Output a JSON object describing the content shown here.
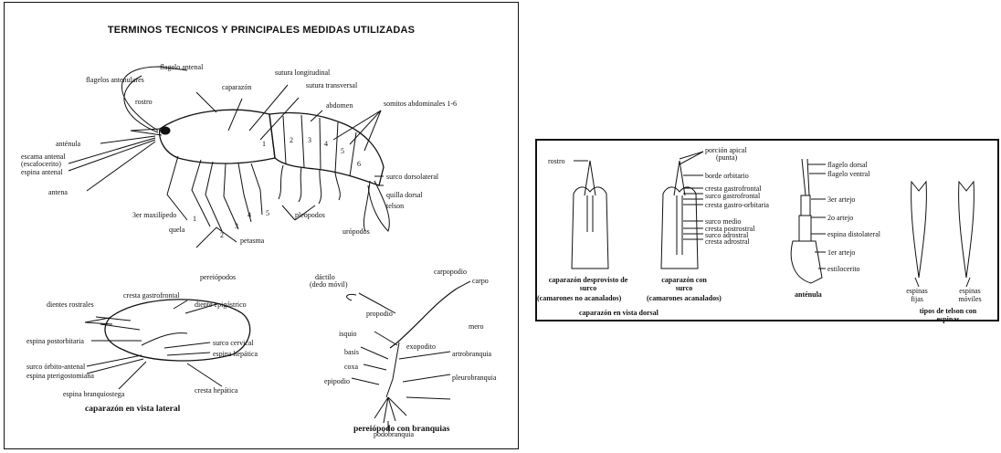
{
  "left": {
    "title": "TERMINOS TECNICOS Y PRINCIPALES MEDIDAS UTILIZADAS",
    "shrimp": {
      "flagelo_antenal": "flagelo antenal",
      "flagelos_antenulares": "flagelos antenulares",
      "rostro": "rostro",
      "caparazon": "caparazón",
      "sutura_longitudinal": "sutura longitudinal",
      "sutura_transversal": "sutura transversal",
      "abdomen": "abdomen",
      "somitos": "somitos abdominales 1-6",
      "antenula": "anténula",
      "escama": "escama antenal",
      "escafocerito": "(escafocerito)",
      "espina_antenal": "espina antenal",
      "antena": "antena",
      "surco_dorsolateral": "surco dorsolateral",
      "quilla_dorsal": "quilla dorsal",
      "telson": "telson",
      "maxilipedo": "3er maxilípedo",
      "quela": "quela",
      "pleopodos": "pleópodos",
      "uropodos": "urópodos",
      "petasma": "petasma",
      "pereiopodos": "pereiópodos",
      "leg_nums": [
        "1",
        "2",
        "3",
        "4",
        "5"
      ],
      "seg_nums": [
        "1",
        "2",
        "3",
        "4",
        "5",
        "6"
      ]
    },
    "carapace_lateral": {
      "cresta_gastrofrontal": "cresta gastrofrontal",
      "dientes_rostrales": "dientes rostrales",
      "diente_epigastrico": "diente epigástrico",
      "espina_postorbitaria": "espina postorbitaria",
      "surco_cervical": "surco cervical",
      "espina_hepatica": "espina hepática",
      "surco_orbito": "surco órbito-antenal",
      "espina_pterigostomiana": "espina pterigostomiana",
      "espina_branquiostega": "espina branquiostega",
      "cresta_hepatica": "cresta hepática",
      "caption": "caparazón en vista lateral"
    },
    "pereiopod": {
      "dactilo": "dáctilo",
      "dedo_movil": "(dedo móvil)",
      "carpopodio": "carpopodio",
      "carpo": "carpo",
      "propodio": "propodio",
      "mero": "mero",
      "isquio": "isquio",
      "basis": "basis",
      "exopodito": "exopodito",
      "coxa": "coxa",
      "artrobranquia": "artrobranquia",
      "epipodio": "epipodio",
      "pleurobranquia": "pleurobranquia",
      "podobranquia": "podobranquia",
      "caption": "pereiópodo con branquias"
    }
  },
  "right": {
    "rostro": "rostro",
    "porcion_apical": "porción apical",
    "punta": "(punta)",
    "borde_orbitario": "borde orbitario",
    "cresta_gastrofrontal": "cresta gastrofrontal",
    "surco_gastrofrontal": "surco gastrofrontal",
    "cresta_gastro_orbitaria": "cresta gastro-orbitaria",
    "surco_medio": "surco medio",
    "cresta_postrostral": "cresta postrostral",
    "surco_adrostral": "surco adrostral",
    "cresta_adrostral": "cresta adrostral",
    "flagelo_dorsal": "flagelo dorsal",
    "flagelo_ventral": "flagelo ventral",
    "artejo3": "3er artejo",
    "artejo2": "2o artejo",
    "espina_distolateral": "espina distolateral",
    "artejo1": "1er artejo",
    "estilocerito": "estilocerito",
    "cap_sin_surco": "caparazón desprovisto de surco",
    "cap_sin_surco_sub": "(camarones no acanalados)",
    "cap_con_surco": "caparazón con surco",
    "cap_con_surco_sub": "(camarones acanalados)",
    "caparazon_dorsal": "caparazón en vista dorsal",
    "antenula": "anténula",
    "espinas_fijas": "espinas fijas",
    "espinas_moviles": "espinas móviles",
    "tipos_telson": "tipos de telson con espinas"
  }
}
